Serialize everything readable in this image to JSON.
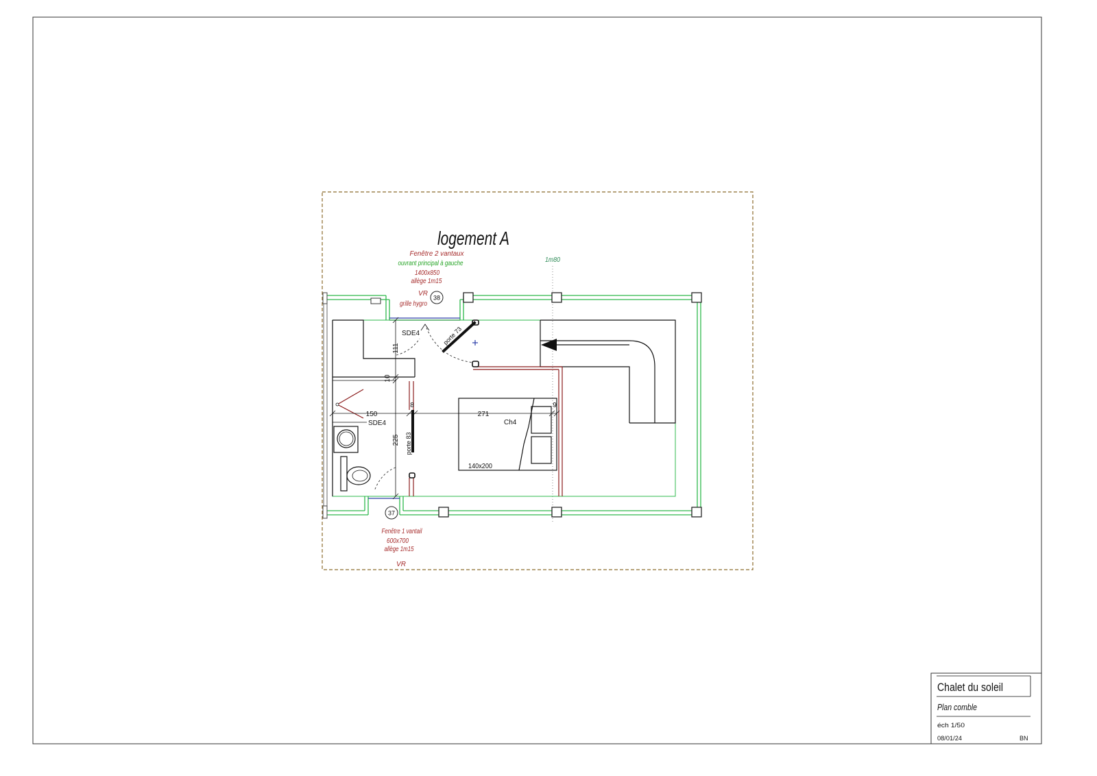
{
  "plan": {
    "title": "logement A",
    "level_marker": "1m80",
    "window_top": {
      "name": "Fenêtre 2 vantaux",
      "opening": "ouvrant principal à gauche",
      "size": "1400x850",
      "sill": "allège 1m15",
      "shutter": "VR",
      "vent": "grille hygro",
      "ref": "38"
    },
    "window_bottom": {
      "name": "Fenêtre 1 vantail",
      "size": "600x700",
      "sill": "allège 1m15",
      "shutter": "VR",
      "ref": "37"
    },
    "rooms": {
      "bathroom_top": "SDE4",
      "bathroom": "SDE4",
      "bedroom": "Ch4",
      "bed_size": "140x200"
    },
    "doors": {
      "bedroom_door": "porte 73",
      "bathroom_door": "porte 83"
    },
    "dimensions": {
      "v_upper": "111",
      "v_partition": "10",
      "v_lower": "225",
      "h_bathroom": "150",
      "h_bedroom": "271",
      "h_partition_left": "8",
      "h_partition_right": "9"
    }
  },
  "title_block": {
    "project": "Chalet du soleil",
    "drawing": "Plan comble",
    "scale": "éch 1/50",
    "date": "08/01/24",
    "author": "BN"
  },
  "colors": {
    "wall": "#2db84b",
    "annotation_red": "#a52a2a",
    "annotation_green": "#23a323",
    "level_line": "#2e8b57",
    "site_boundary": "#8b6a2b",
    "glazing": "#2c3ea8",
    "partition": "#8b1c1c"
  }
}
